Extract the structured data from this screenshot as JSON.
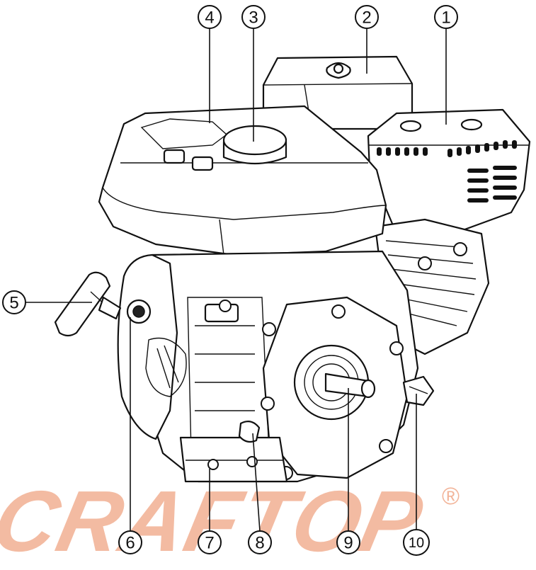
{
  "figure": {
    "watermark_logo": "CRAFTOP",
    "watermark_registered_mark": "®",
    "watermark_color": "#f0a888",
    "line_color": "#111111"
  },
  "callouts": [
    {
      "number": "1"
    },
    {
      "number": "2"
    },
    {
      "number": "3"
    },
    {
      "number": "4"
    },
    {
      "number": "5"
    },
    {
      "number": "6"
    },
    {
      "number": "7"
    },
    {
      "number": "8"
    },
    {
      "number": "9"
    },
    {
      "number": "10"
    }
  ]
}
